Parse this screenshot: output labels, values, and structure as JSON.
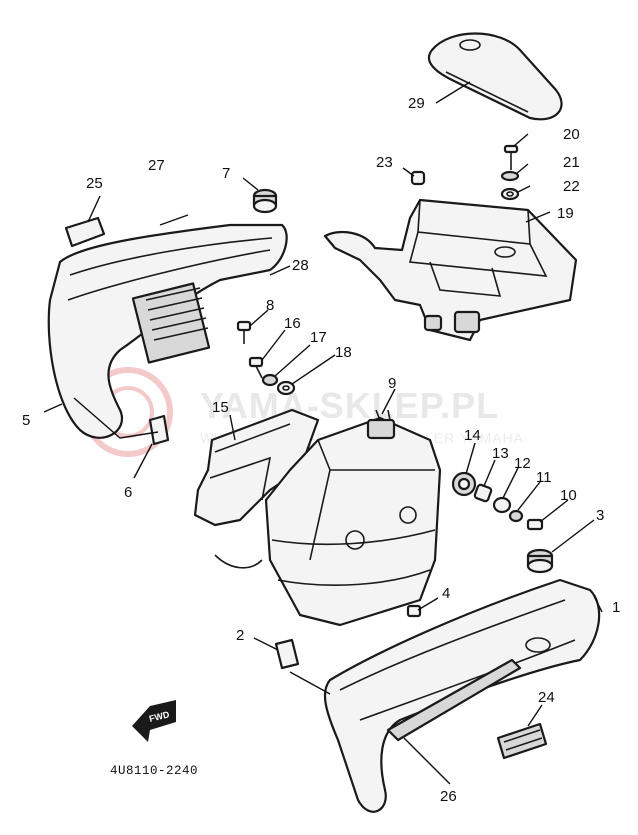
{
  "diagram_code": "4U8110-2240",
  "forward_arrow_label": "FWD",
  "watermark": {
    "main": "YAMA-SKLEP.PL",
    "sub": "WWW.YAMAHA-SKLEP.PL DEALER YAMAHA"
  },
  "callouts": [
    "1",
    "2",
    "3",
    "4",
    "5",
    "6",
    "7",
    "8",
    "9",
    "10",
    "11",
    "12",
    "13",
    "14",
    "15",
    "16",
    "17",
    "18",
    "19",
    "20",
    "21",
    "22",
    "23",
    "24",
    "25",
    "26",
    "27",
    "28",
    "29"
  ],
  "colors": {
    "ink": "#1a1a1a",
    "paper": "#ffffff",
    "watermark_red": "#f3c9c9"
  }
}
